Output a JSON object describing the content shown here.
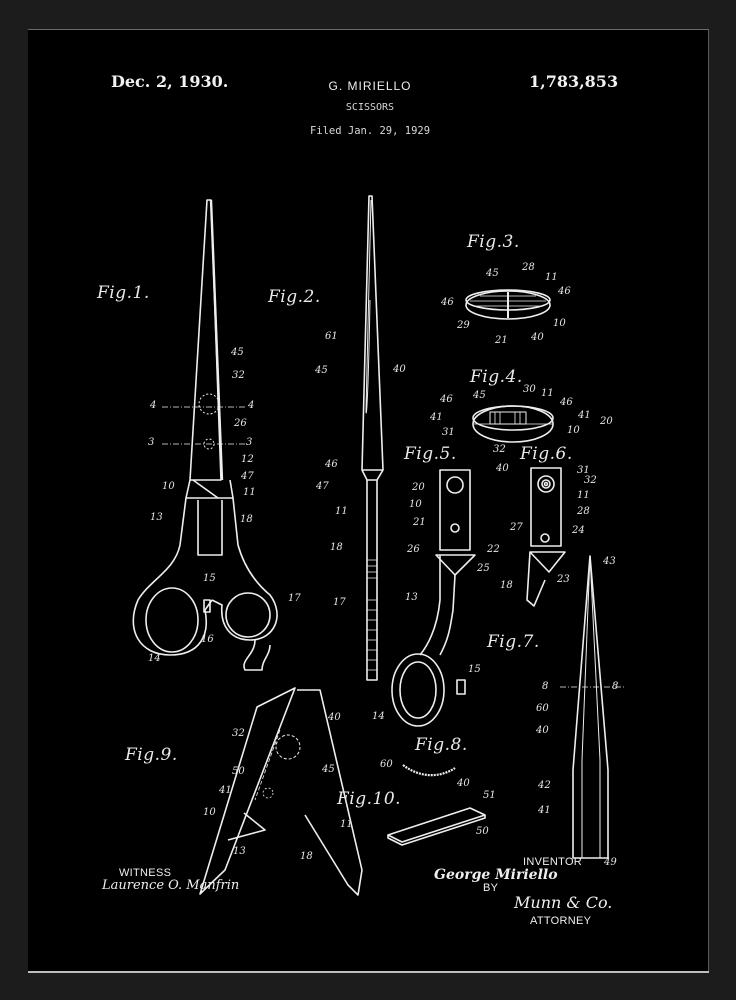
{
  "header": {
    "date": "Dec. 2, 1930.",
    "inventor_name": "G. MIRIELLO",
    "title": "SCISSORS",
    "filed": "Filed Jan. 29, 1929",
    "patent_number": "1,783,853"
  },
  "figures": {
    "fig1": "Fig.1.",
    "fig2": "Fig.2.",
    "fig3": "Fig.3.",
    "fig4": "Fig.4.",
    "fig5": "Fig.5.",
    "fig6": "Fig.6.",
    "fig7": "Fig.7.",
    "fig8": "Fig.8.",
    "fig9": "Fig.9.",
    "fig10": "Fig.10."
  },
  "labels": {
    "fig1": [
      "45",
      "32",
      "4",
      "4",
      "26",
      "3",
      "3",
      "12",
      "47",
      "10",
      "11",
      "13",
      "18",
      "15",
      "17",
      "16",
      "14"
    ],
    "fig2": [
      "61",
      "45",
      "40",
      "46",
      "47",
      "11",
      "18",
      "17"
    ],
    "fig3": [
      "45",
      "28",
      "11",
      "46",
      "46",
      "29",
      "21",
      "40",
      "10"
    ],
    "fig4": [
      "46",
      "45",
      "30",
      "11",
      "46",
      "41",
      "41",
      "20",
      "31",
      "10",
      "32",
      "40"
    ],
    "fig5": [
      "20",
      "10",
      "21",
      "26",
      "22",
      "25",
      "13",
      "15",
      "14"
    ],
    "fig6": [
      "31",
      "32",
      "11",
      "28",
      "27",
      "24",
      "18",
      "23"
    ],
    "fig7": [
      "43",
      "8",
      "8",
      "60",
      "40",
      "42",
      "41",
      "49"
    ],
    "fig8": [
      "60",
      "40"
    ],
    "fig9": [
      "32",
      "40",
      "50",
      "45",
      "41",
      "10",
      "11",
      "13",
      "18"
    ],
    "fig10": [
      "51",
      "50"
    ]
  },
  "footer": {
    "witness_label": "WITNESS",
    "witness_signature": "Laurence O. Manfrin",
    "inventor_label": "INVENTOR",
    "inventor_signature": "George Miriello",
    "by_label": "BY",
    "attorney_signature": "Munn & Co.",
    "attorney_label": "ATTORNEY"
  },
  "colors": {
    "frame": "#1c1c1c",
    "background": "#000000",
    "ink": "#f0f0f0"
  }
}
